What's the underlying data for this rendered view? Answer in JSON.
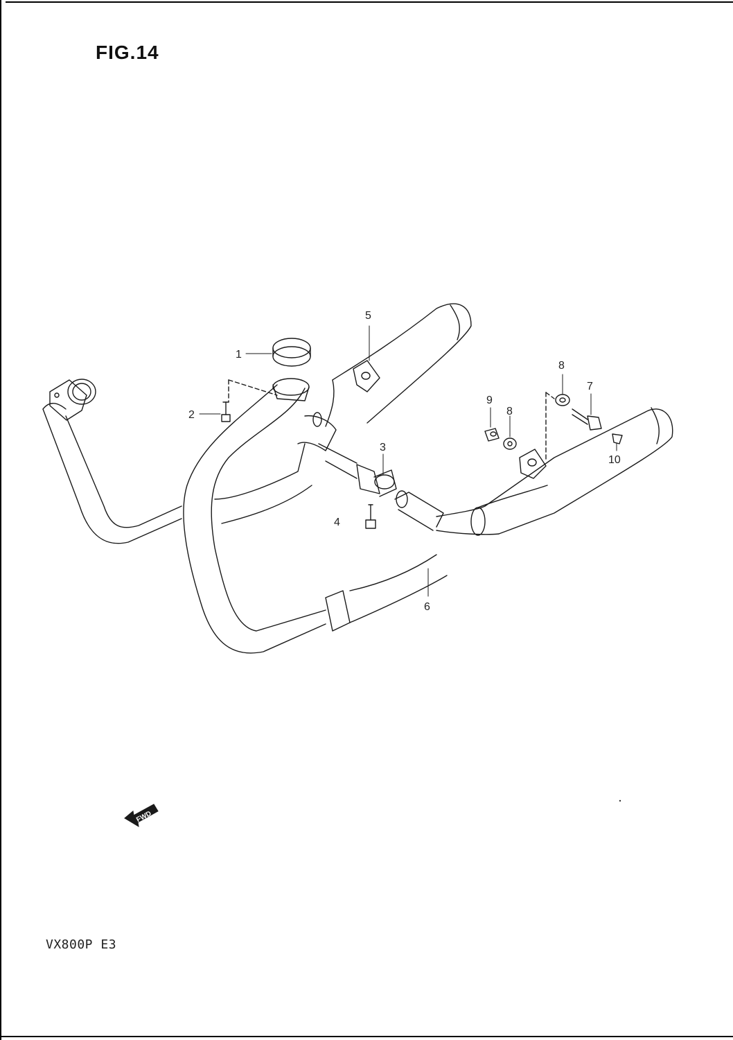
{
  "figure": {
    "title": "FIG.14"
  },
  "footer": {
    "model": "VX800P  E3"
  },
  "direction_indicator": {
    "label": "FWD",
    "icon": "forward-arrow-icon"
  },
  "callouts": [
    {
      "id": "1",
      "label": "1"
    },
    {
      "id": "2",
      "label": "2"
    },
    {
      "id": "3",
      "label": "3"
    },
    {
      "id": "4",
      "label": "4"
    },
    {
      "id": "5",
      "label": "5"
    },
    {
      "id": "6",
      "label": "6"
    },
    {
      "id": "7",
      "label": "7"
    },
    {
      "id": "8a",
      "label": "8"
    },
    {
      "id": "8b",
      "label": "8"
    },
    {
      "id": "9",
      "label": "9"
    },
    {
      "id": "10",
      "label": "10"
    }
  ],
  "colors": {
    "line": "#1a1a1a",
    "background": "#ffffff"
  }
}
